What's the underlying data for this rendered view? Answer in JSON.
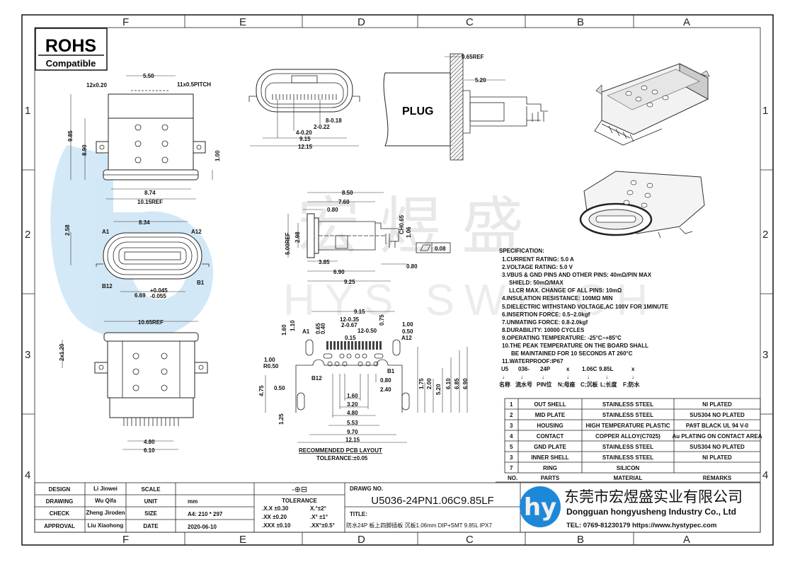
{
  "rohs": {
    "title": "ROHS",
    "subtitle": "Compatible"
  },
  "grid": {
    "cols": [
      "F",
      "E",
      "D",
      "C",
      "B",
      "A"
    ],
    "rows": [
      "1",
      "2",
      "3",
      "4"
    ]
  },
  "watermark": {
    "brand": "宏煜盛",
    "text": "HYS SWITCH"
  },
  "view_top": {
    "d1": "5.50",
    "d2": "12x0.20",
    "d3": "11x0.5PITCH",
    "d4": "9.85",
    "d5": "8.90",
    "d6": "1.00",
    "d7": "8.74",
    "d8": "10.15REF"
  },
  "view_front": {
    "d1": "2.58",
    "d2": "8.34",
    "a1": "A1",
    "a12": "A12",
    "b12": "B12",
    "b1": "B1",
    "d3": "6.69",
    "tol_plus": "+0.045",
    "tol_minus": "-0.055"
  },
  "view_bottom": {
    "d1": "10.65REF",
    "d2": "2x1.20",
    "d3": "4.80",
    "d4": "6.10"
  },
  "view_face": {
    "d1": "8-0.18",
    "d2": "2-0.22",
    "d3": "4-0.20",
    "d4": "9.15",
    "d5": "12.15"
  },
  "view_plug": {
    "d1": "0.65REF",
    "d2": "5.20",
    "label": "PLUG"
  },
  "view_side": {
    "d1": "8.50",
    "d2": "7.60",
    "d3": "0.80",
    "d4": "5.00REF",
    "d5": "2.98",
    "d6": "CH0.65",
    "d7": "1.06",
    "flatness": "0.08",
    "d8": "3.85",
    "d9": "6.90",
    "d10": "9.25",
    "d11": "0.80"
  },
  "pcb": {
    "d_9_15": "9.15",
    "d_12_035": "12-0.35",
    "d_2_067": "2-0.67",
    "d_12_050": "12-0.50",
    "d_075": "0.75",
    "d_100r": "1.00",
    "d_050r": "0.50",
    "a12": "A12",
    "a1": "A1",
    "d_065": "0.65",
    "d_040": "0.40",
    "d_160v": "1.60",
    "d_110v": "1.10",
    "d_015": "0.15",
    "r050": "R0.50",
    "b12": "B12",
    "b1": "B1",
    "d_080": "0.80",
    "d_240": "2.40",
    "d_160": "1.60",
    "d_320": "3.20",
    "d_480": "4.80",
    "d_553": "5.53",
    "d_970": "9.70",
    "d_1215": "12.15",
    "d_100l": "1.00",
    "d_050l": "0.50",
    "d_475": "4.75",
    "d_125": "1.25",
    "d_175": "1.75",
    "d_200": "2.00",
    "d_520": "5.20",
    "d_610": "6.10",
    "d_685": "6.85",
    "d_690": "6.90",
    "title": "RECOMMENDED PCB LAYOUT",
    "tolerance": "TOLERANCE:±0.05"
  },
  "spec": {
    "title": "SPECIFICATION:",
    "lines": [
      "1.CURRENT RATING: 5.0 A",
      "2.VOLTAGE RATING: 5.0 V",
      "3.VBUS & GND PINS AND OTHER PINS: 40mΩ/PIN MAX",
      "SHIELD: 50mΩ/MAX",
      "LLCR MAX. CHANGE OF ALL PINS: 10mΩ",
      "4.INSULATION RESISTANCE:  100MΩ MIN",
      "5.DIELECTRIC WITHSTAND VOLTAGE,AC 100V FOR 1MINUTE",
      "6.INSERTION FORCE: 0.5~2.0kgf",
      "7.UNMATING FORCE: 0.8-2.0kgf",
      "8.DURABILITY: 10000 CYCLES",
      "9.OPERATING TEMPERATURE: -25°C~+85°C",
      "10.THE PEAK TEMPERATURE ON THE BOARD SHALL",
      "BE MAINTAINED FOR 10 SECONDS AT 260°C",
      "11.WATERPROOF:IP67"
    ],
    "code": [
      "U5",
      "036-",
      "24P",
      "x",
      "1.06C",
      "9.85L",
      "x"
    ],
    "meaning": [
      "名称",
      "流水号",
      "PIN位",
      "N;母座",
      "C;沉板",
      "L;长度",
      "F;防水"
    ],
    "arrow": "↓"
  },
  "materials": {
    "header": [
      "NO.",
      "PARTS",
      "MATERIAL",
      "REMARKS"
    ],
    "rows": [
      [
        "1",
        "OUT SHELL",
        "STAINLESS STEEL",
        "NI PLATED"
      ],
      [
        "2",
        "MID PLATE",
        "STAINLESS STEEL",
        "SUS304 NO PLATED"
      ],
      [
        "3",
        "HOUSING",
        "HIGH TEMPERATURE PLASTIC",
        "PA9T BLACK UL 94 V-0"
      ],
      [
        "4",
        "CONTACT",
        "COPPER ALLOY(C7025)",
        "Au PLATING ON CONTACT AREA"
      ],
      [
        "5",
        "GND PLATE",
        "STAINLESS STEEL",
        "SUS304 NO PLATED"
      ],
      [
        "3",
        "INNER SHELL",
        "STAINLESS STEEL",
        "NI PLATED"
      ],
      [
        "7",
        "RING",
        "SILICON",
        ""
      ]
    ]
  },
  "title_block": {
    "roles": [
      "DESIGN",
      "DRAWING",
      "CHECK",
      "APPROVAL"
    ],
    "names": [
      "Li Jinwei",
      "Wu Qifa",
      "Zheng Jiroden",
      "Liu Xiaohong"
    ],
    "fields": [
      "SCALE",
      "UNIT",
      "SIZE",
      "DATE"
    ],
    "values": [
      "",
      "mm",
      "A4: 210 * 297",
      "2020-06-10"
    ],
    "projection_symbol": "-⊕⊟",
    "tolerance_title": "TOLERANCE",
    "tolerances": [
      [
        ".X.X  ±0.30",
        "X.°±2°"
      ],
      [
        ".XX  ±0.20",
        ".X° ±1°"
      ],
      [
        ".XXX  ±0.10",
        ".XX°±0.5°"
      ]
    ],
    "drawing_no_label": "DRAWG NO.",
    "drawing_no": "U5036-24PN1.06C9.85LF",
    "title_label": "TITLE:",
    "title": "防水24P 板上四脚插板 沉板1.06mm DIP+SMT 9.85L IPX7"
  },
  "company": {
    "name_cn": "东莞市宏煜盛实业有限公司",
    "name_en": "Dongguan hongyusheng Industry Co., Ltd",
    "contact": "TEL: 0769-81230179   https://www.hystypec.com",
    "logo_text": "hy",
    "brand_color": "#1e88d8"
  }
}
